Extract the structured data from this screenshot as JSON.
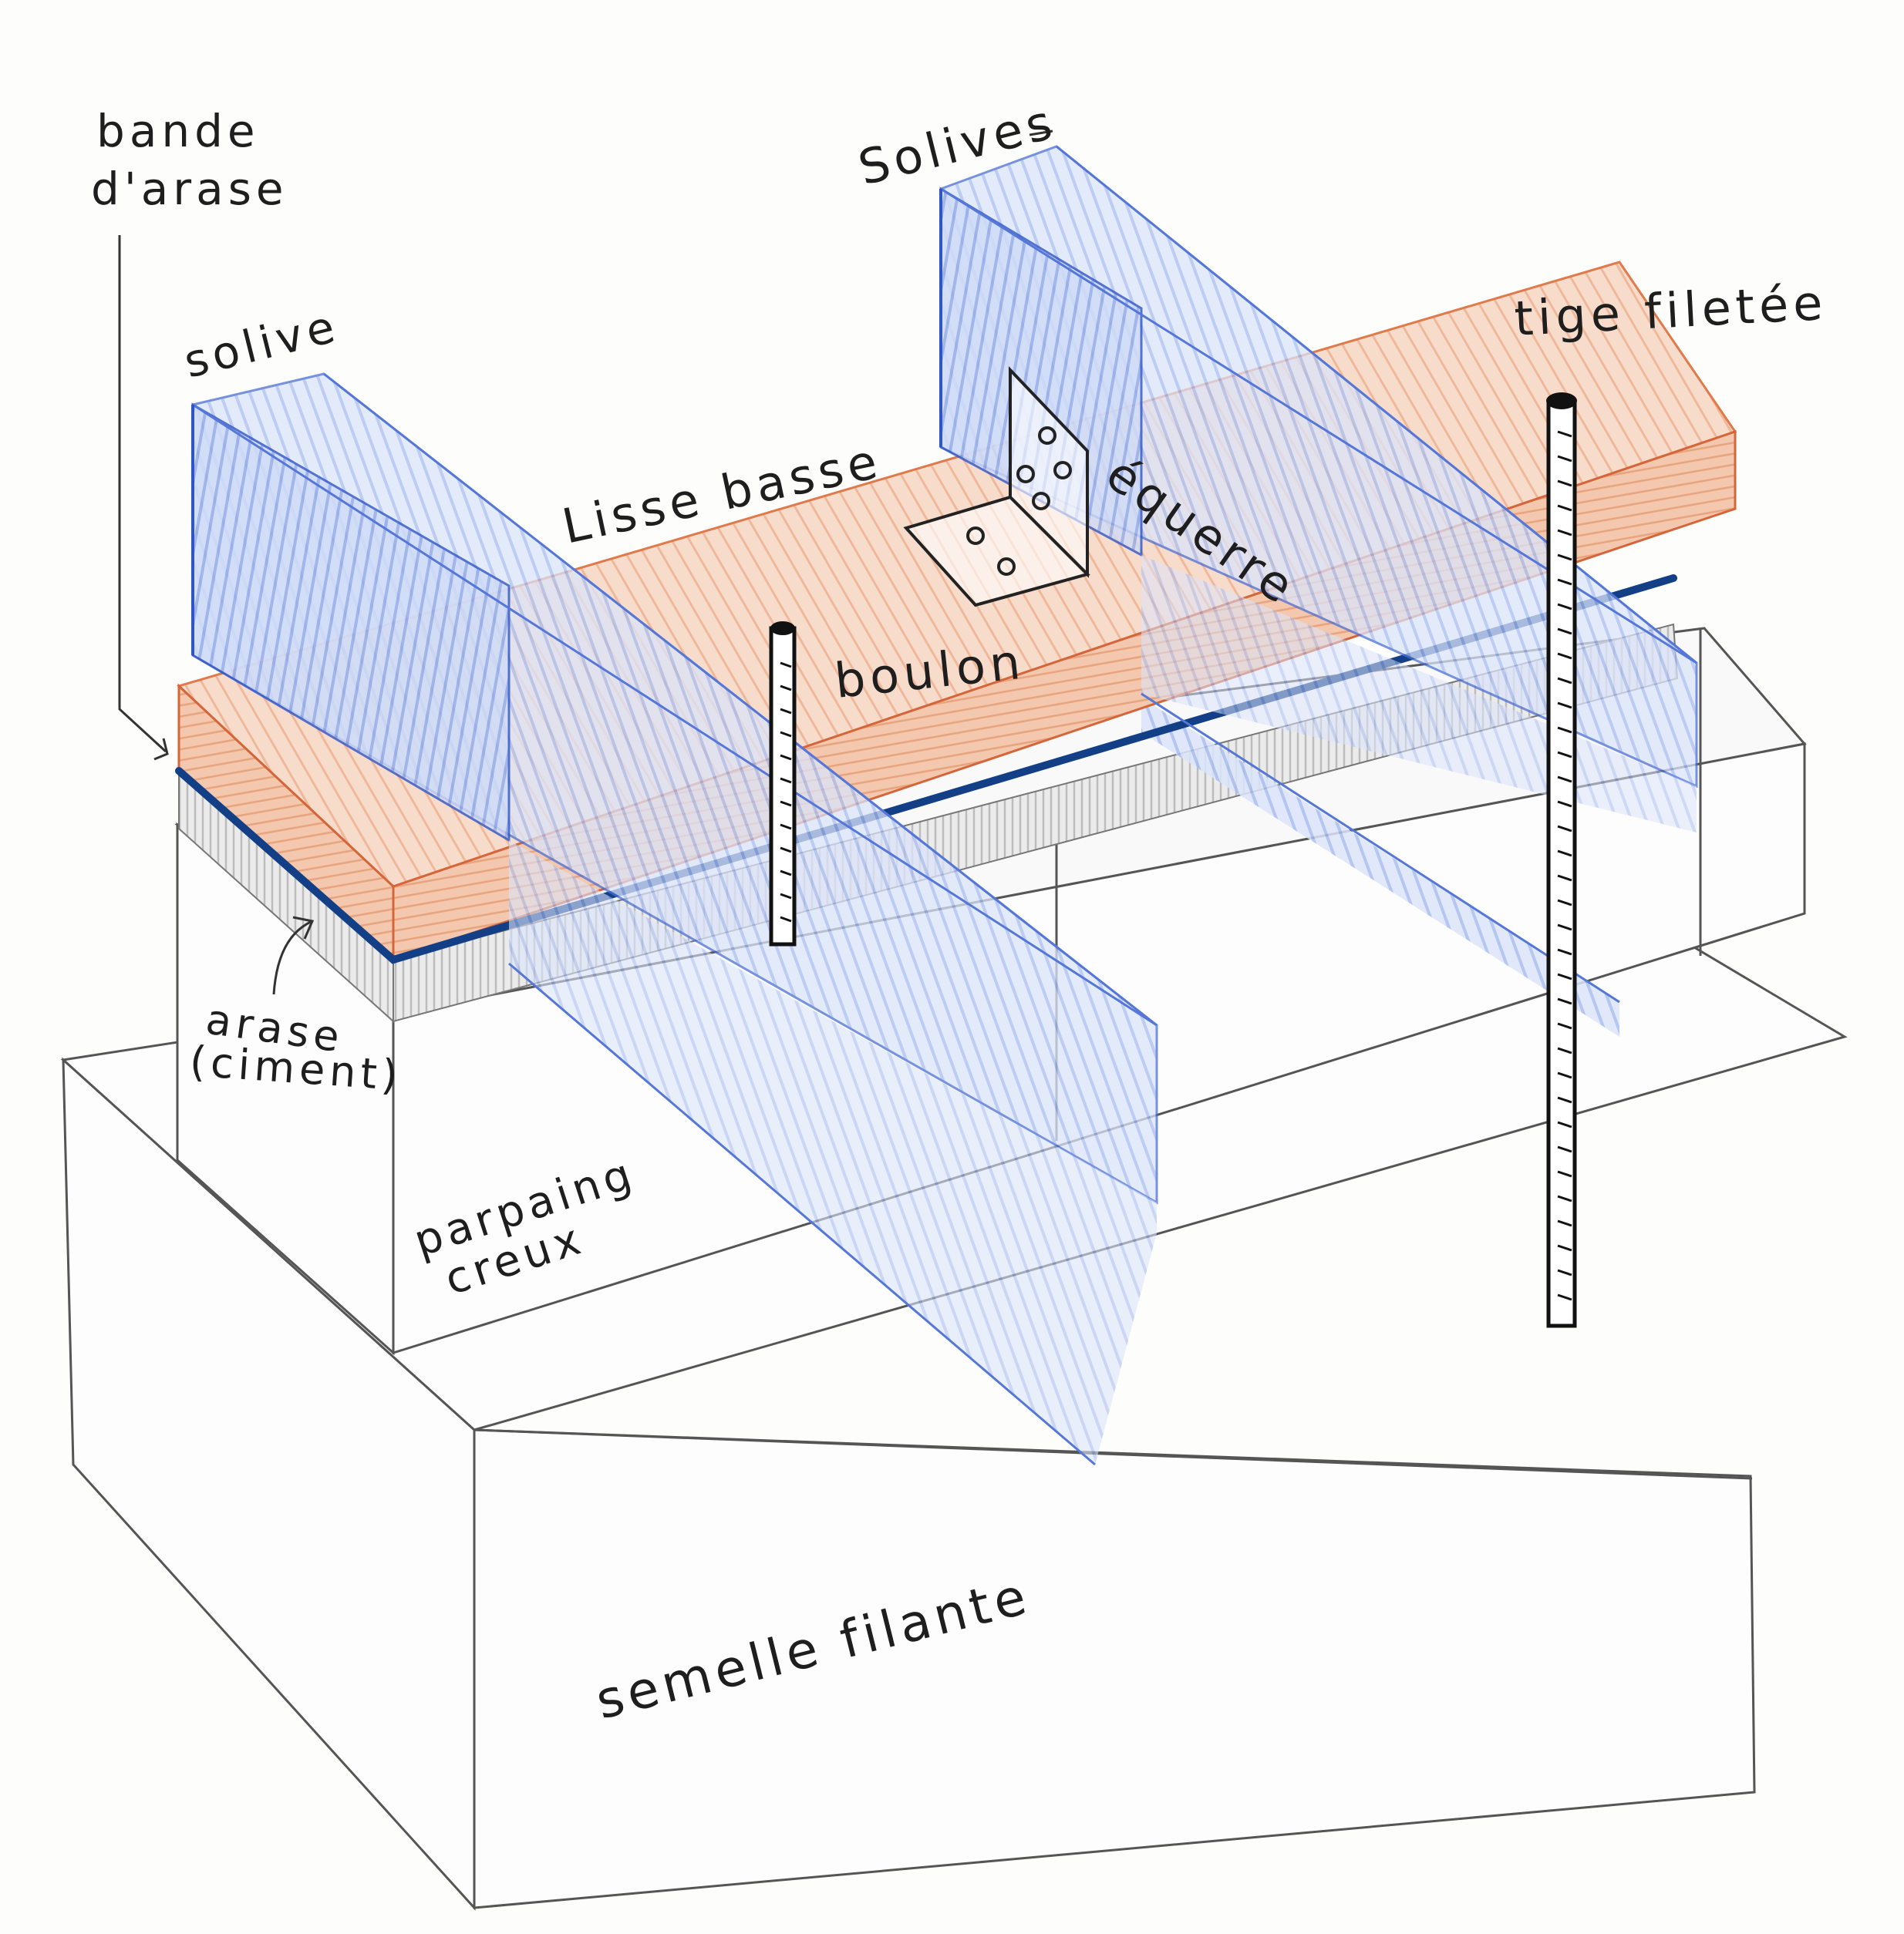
{
  "labels": {
    "bande_arase_line1": "bande",
    "bande_arase_line2": "d'arase",
    "solive": "solive",
    "solives": "Solives",
    "tige_filetee": "tige filetée",
    "lisse_basse": "Lisse basse",
    "equerre": "équerre",
    "boulon": "boulon",
    "arase_line1": "arase",
    "arase_line2": "(ciment)",
    "parpaing_line1": "parpaing",
    "parpaing_line2": "creux",
    "semelle_filante": "semelle filante"
  },
  "colors": {
    "pencil": "#3a3a3a",
    "joist_blue": "#6f8fe0",
    "joist_fill": "#c9d6f6",
    "sill_orange": "#e88a5c",
    "sill_fill": "#f6d3bf",
    "membrane": "#123f86",
    "cement_grey": "#c8c8c8",
    "rod_black": "#111111"
  }
}
